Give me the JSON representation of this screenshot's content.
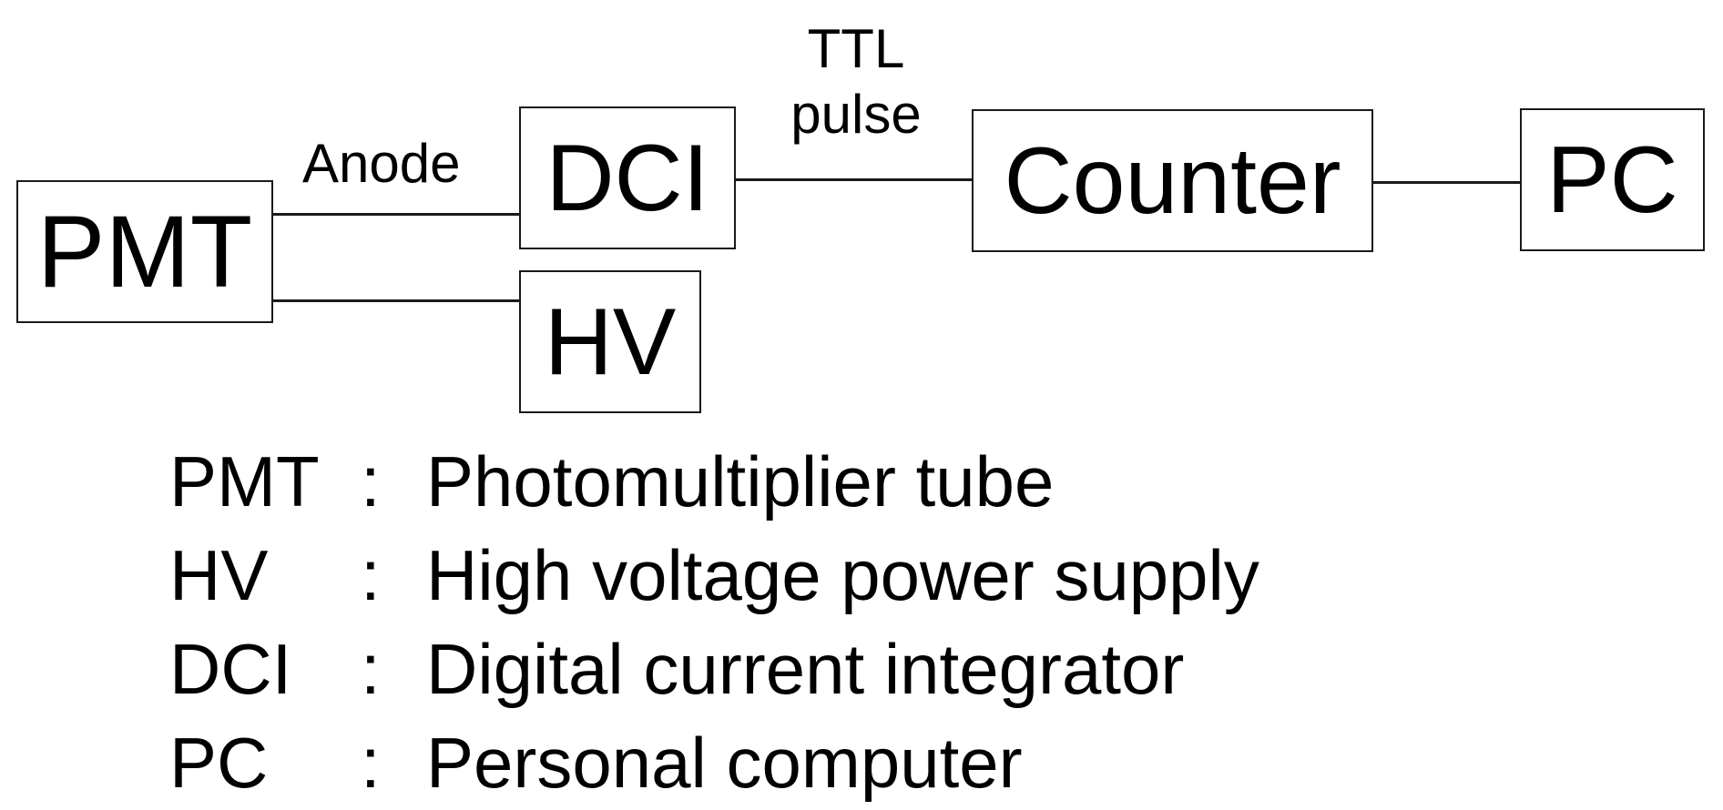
{
  "blocks": {
    "pmt": "PMT",
    "dci": "DCI",
    "hv": "HV",
    "counter": "Counter",
    "pc": "PC"
  },
  "connections": {
    "pmt_dci_label": "Anode",
    "dci_counter_label_line1": "TTL",
    "dci_counter_label_line2": "pulse"
  },
  "legend": [
    {
      "abbr": "PMT",
      "sep": ":",
      "meaning": "Photomultiplier tube"
    },
    {
      "abbr": "HV",
      "sep": ":",
      "meaning": "High voltage power supply"
    },
    {
      "abbr": "DCI",
      "sep": ":",
      "meaning": "Digital current integrator"
    },
    {
      "abbr": "PC",
      "sep": ":",
      "meaning": "Personal computer"
    }
  ],
  "colors": {
    "stroke": "#1a1a1a",
    "text": "#000000",
    "background": "#ffffff"
  }
}
